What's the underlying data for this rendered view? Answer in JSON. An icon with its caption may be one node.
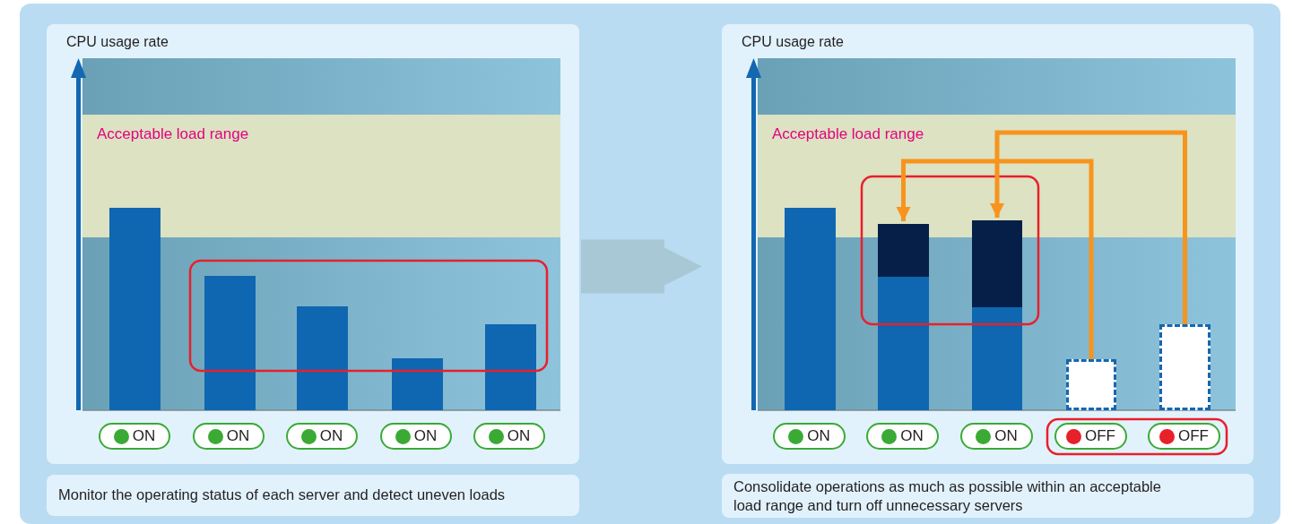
{
  "diagram": {
    "nodes": [
      {
        "text": [
          "CPU usage rate"
        ]
      },
      {
        "text": [],
        "shape": "bar",
        "in": 0
      },
      {
        "text": [],
        "shape": "bar",
        "in": 0
      },
      {
        "text": [],
        "shape": "bar",
        "in": 0
      },
      {
        "text": [],
        "shape": "bar",
        "in": 0
      },
      {
        "text": [],
        "shape": "bar",
        "in": 0
      },
      {
        "text": [
          "ON"
        ],
        "in": 0
      },
      {
        "text": [
          "ON"
        ],
        "in": 0
      },
      {
        "text": [
          "ON"
        ],
        "in": 0
      },
      {
        "text": [
          "ON"
        ],
        "in": 0
      },
      {
        "text": [
          "ON"
        ],
        "in": 0
      },
      {
        "text": [
          "Monitor the operating status of each server and detect uneven loads"
        ]
      },
      {
        "text": [
          "CPU usage rate"
        ]
      },
      {
        "text": [],
        "shape": "bar",
        "in": 12
      },
      {
        "text": [],
        "shape": "bar",
        "in": 12
      },
      {
        "text": [],
        "shape": "bar",
        "in": 12
      },
      {
        "text": [],
        "shape": "box",
        "in": 12
      },
      {
        "text": [],
        "shape": "box",
        "in": 12
      },
      {
        "text": [
          "ON"
        ],
        "in": 12
      },
      {
        "text": [
          "ON"
        ],
        "in": 12
      },
      {
        "text": [
          "ON"
        ],
        "in": 12
      },
      {
        "text": [
          "OFF"
        ],
        "in": 12
      },
      {
        "text": [
          "OFF"
        ],
        "in": 12
      },
      {
        "text": [
          "Consolidate operations as much as possible within an acceptable load range and turn off unnecessary servers"
        ]
      }
    ],
    "edges": [
      {
        "from": 0,
        "to": 12,
        "arrow": "to",
        "style": "thick",
        "color": "#a8c8d6"
      },
      {
        "from": 16,
        "to": 14,
        "arrow": "to",
        "color": "#f7941d"
      },
      {
        "from": 17,
        "to": 15,
        "arrow": "to",
        "color": "#f7941d"
      }
    ],
    "labels": [
      "Acceptable load range",
      "Acceptable load range"
    ]
  }
}
